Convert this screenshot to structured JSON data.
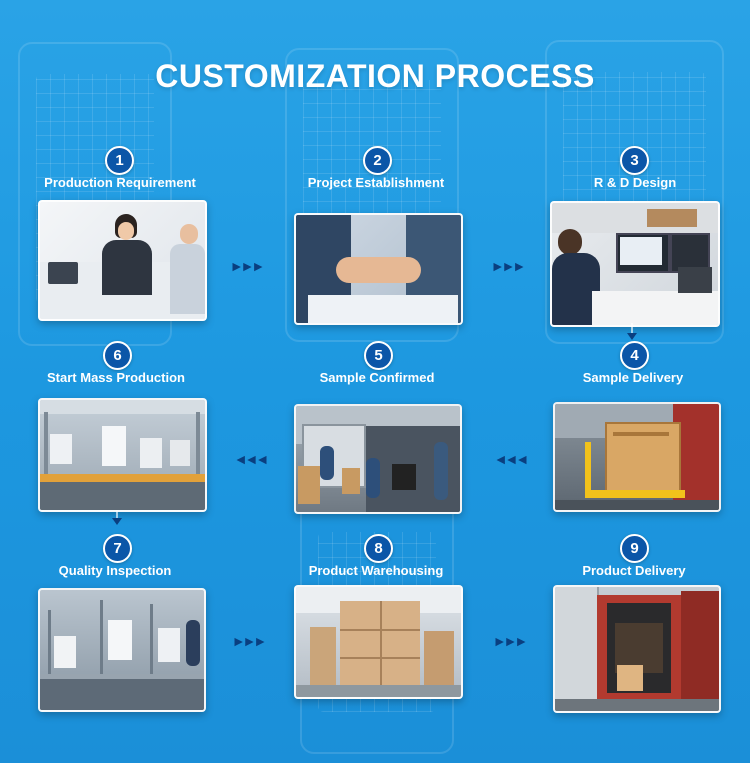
{
  "title": "CUSTOMIZATION PROCESS",
  "steps": [
    {
      "number": "1",
      "label": "Production Requirement"
    },
    {
      "number": "2",
      "label": "Project Establishment"
    },
    {
      "number": "3",
      "label": "R & D Design"
    },
    {
      "number": "4",
      "label": "Sample Delivery"
    },
    {
      "number": "5",
      "label": "Sample Confirmed"
    },
    {
      "number": "6",
      "label": "Start Mass Production"
    },
    {
      "number": "7",
      "label": "Quality Inspection"
    },
    {
      "number": "8",
      "label": "Product Warehousing"
    },
    {
      "number": "9",
      "label": "Product Delivery"
    }
  ],
  "arrows": {
    "right": "►►►",
    "left": "◄◄◄"
  },
  "colors": {
    "background": "#1d98e0",
    "badge": "#0b56a8",
    "arrow": "#0a3f80",
    "text": "#ffffff"
  }
}
